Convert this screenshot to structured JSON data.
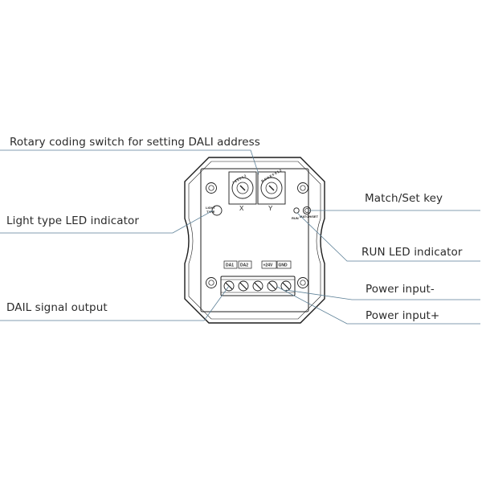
{
  "callouts": {
    "rotary_switch": "Rotary coding switch for setting DALI address",
    "light_type_led": "Light type LED indicator",
    "dali_output": "DAIL signal output",
    "match_set_key": "Match/Set key",
    "run_led": "RUN LED indicator",
    "power_minus": "Power input-",
    "power_plus": "Power input+"
  },
  "device": {
    "light_label_1": "LIGHT",
    "light_label_2": "TYPE",
    "x_label": "X",
    "y_label": "Y",
    "run_label": "RUN",
    "match_set_label": "MATCH/SET",
    "terminal_da1": "DA1",
    "terminal_da2": "DA2",
    "terminal_24v": "+24V",
    "terminal_gnd": "GND",
    "dial_x_digits": "7 8 9 0 1 2",
    "dial_y_digits": "B C D E F 0 1 2"
  },
  "colors": {
    "leader": "#5b7f96",
    "outline": "#1c1c1c",
    "text": "#2b2b2b"
  }
}
